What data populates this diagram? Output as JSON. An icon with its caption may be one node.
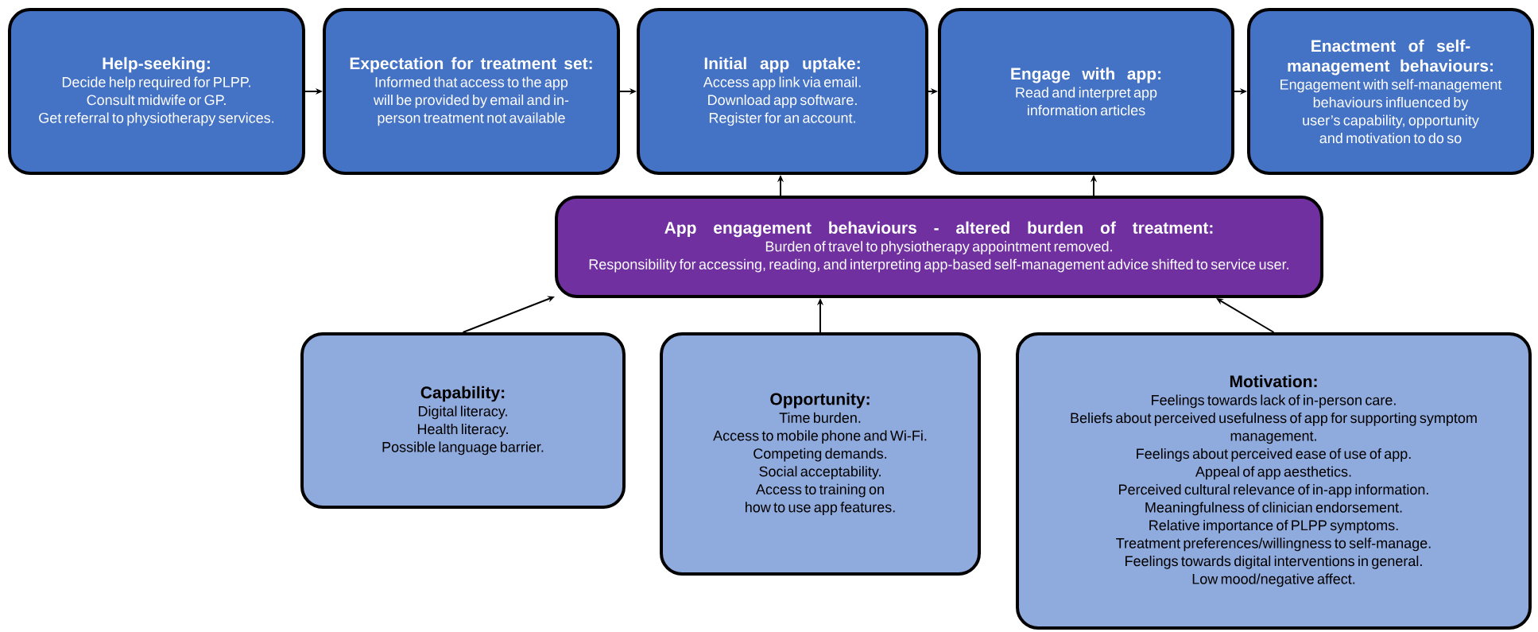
{
  "diagram": {
    "nodes": [
      {
        "text": [
          "Help-seeking:",
          "Decide help required for PLPP.",
          "Consult midwife or GP.",
          "Get referral to physiotherapy services."
        ]
      },
      {
        "text": [
          "Expectation for treatment set:",
          "Informed that access to the app will be provided by email and in-person treatment not available"
        ]
      },
      {
        "text": [
          "Initial app uptake:",
          "Access app link via email.",
          "Download app software.",
          "Register for an account."
        ]
      },
      {
        "text": [
          "Engage with app:",
          "Read and interpret app information articles"
        ]
      },
      {
        "text": [
          "Enactment of self-management behaviours:",
          "Engagement with self-management behaviours influenced by user’s capability, opportunity and motivation to do so"
        ]
      },
      {
        "text": [
          "App engagement behaviours - altered burden of treatment:",
          "Burden of travel to physiotherapy appointment removed.",
          "Responsibility for accessing, reading, and interpreting app-based self-management advice shifted to service user."
        ]
      },
      {
        "text": [
          "Capability:",
          "Digital literacy.",
          "Health literacy.",
          "Possible language barrier."
        ]
      },
      {
        "text": [
          "Opportunity:",
          "Time burden.",
          "Access to mobile phone and Wi-Fi.",
          "Competing demands.",
          "Social acceptability.",
          "Access to training on how to use app features."
        ]
      },
      {
        "text": [
          "Motivation:",
          "Feelings towards lack of in-person care.",
          "Beliefs about perceived usefulness of app for supporting symptom management.",
          "Feelings about perceived ease of use of app.",
          "Appeal of app aesthetics.",
          "Perceived cultural relevance of in-app information.",
          "Meaningfulness of clinician endorsement.",
          "Relative importance of PLPP symptoms.",
          "Treatment preferences/willingness to self-manage.",
          "Feelings towards digital interventions in general.",
          "Low mood/negative affect."
        ]
      }
    ],
    "edges": [
      {
        "from": 0,
        "to": 1,
        "arrow": "to"
      },
      {
        "from": 1,
        "to": 2,
        "arrow": "to"
      },
      {
        "from": 2,
        "to": 3,
        "arrow": "to"
      },
      {
        "from": 3,
        "to": 4,
        "arrow": "to"
      },
      {
        "from": 5,
        "to": 2,
        "arrow": "to"
      },
      {
        "from": 5,
        "to": 3,
        "arrow": "to"
      },
      {
        "from": 6,
        "to": 5,
        "arrow": "to"
      },
      {
        "from": 7,
        "to": 5,
        "arrow": "to"
      },
      {
        "from": 8,
        "to": 5,
        "arrow": "to"
      }
    ]
  }
}
